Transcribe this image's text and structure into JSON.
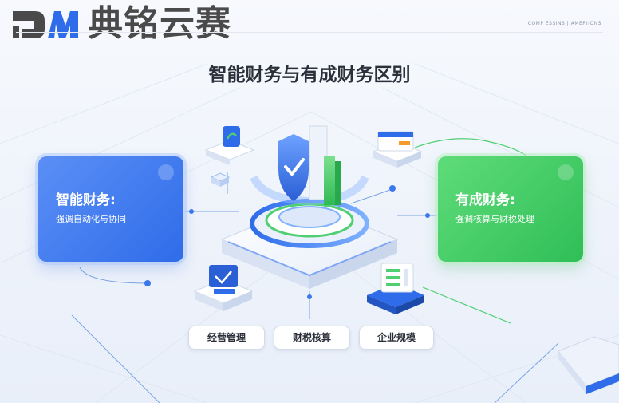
{
  "header": {
    "brand_name": "典铭云赛",
    "tagline": "COMP ESSINS | AMERIIONS"
  },
  "title": "智能财务与有成财务区别",
  "left_card": {
    "title": "智能财务:",
    "subtitle": "强调自动化与协同",
    "color": "#3b78ee"
  },
  "right_card": {
    "title": "有成财务:",
    "subtitle": "强调核算与财税处理",
    "color": "#3ec865"
  },
  "buttons": [
    {
      "label": "经营管理"
    },
    {
      "label": "财税核算"
    },
    {
      "label": "企业规模"
    }
  ],
  "icons": {
    "center": "shield-check-icon",
    "bars": "bar-chart-icon"
  }
}
